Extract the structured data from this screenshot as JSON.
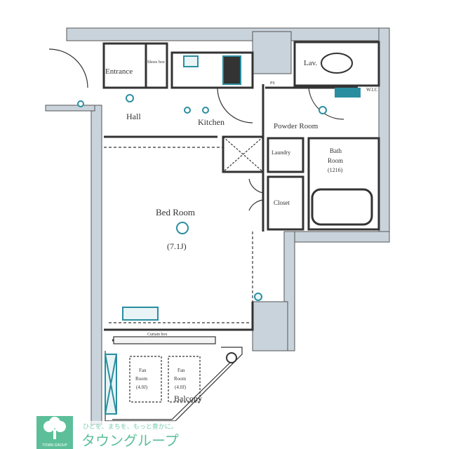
{
  "rooms": {
    "entrance": "Entrance",
    "shoes_box": "Shoes box",
    "hall": "Hall",
    "kitchen": "Kitchen",
    "lavatory": "Lav.",
    "powder_room": "Powder Room",
    "laundry": "Laundry",
    "bath_room_line1": "Bath",
    "bath_room_line2": "Room",
    "bath_room_size": "(1216)",
    "closet": "Closet",
    "bed_room": "Bed Room",
    "bed_room_size": "(7.1J)",
    "balcony": "Balcony",
    "curtain_box": "Curtain box",
    "ps": "PS",
    "wic": "W.I.C",
    "ac_left_line1": "Fan",
    "ac_left_line2": "Room",
    "ac_left_size": "(4.0J)",
    "ac_right_line1": "Fan",
    "ac_right_line2": "Room",
    "ac_right_size": "(4.0J)"
  },
  "brand": {
    "tagline": "ひとを、まちを、もっと豊かに。",
    "name": "タウングループ",
    "logo_text": "TOWN GROUP",
    "color": "#5cbf9a"
  },
  "colors": {
    "wall": "#c9d3db",
    "line": "#333333",
    "fixture": "#2a8ea0"
  }
}
